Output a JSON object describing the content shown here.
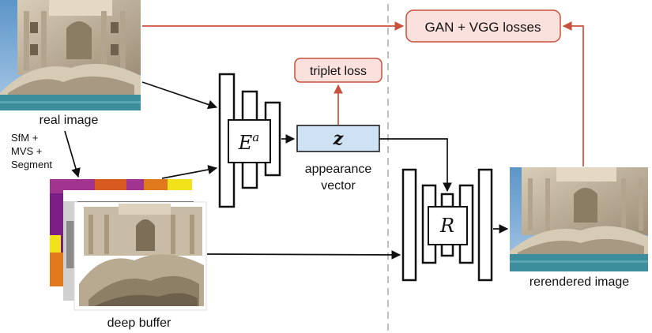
{
  "labels": {
    "real_image": "real image",
    "sfm_line1": "SfM +",
    "sfm_line2": "MVS +",
    "sfm_line3": "Segment",
    "deep_buffer": "deep buffer",
    "appearance_line1": "appearance",
    "appearance_line2": "vector",
    "rerendered_image": "rerendered image"
  },
  "boxes": {
    "gan_vgg": "GAN + VGG losses",
    "triplet": "triplet loss",
    "z": "z"
  },
  "networks": {
    "encoder_base": "E",
    "encoder_sup": "a",
    "renderer": "R"
  },
  "colors": {
    "loss_fill": "#fbe1de",
    "loss_stroke": "#c9503c",
    "loss_arrow": "#c9503c",
    "z_fill": "#cfe2f3",
    "black_arrow": "#111111",
    "divider": "#aaaaaa",
    "seg_purple": "#7b1f86",
    "seg_orange": "#e0781c",
    "seg_yellow": "#f2e21b",
    "sky": "#6fa8dc",
    "stone": "#cbbfa9",
    "water": "#3d8e9c"
  }
}
